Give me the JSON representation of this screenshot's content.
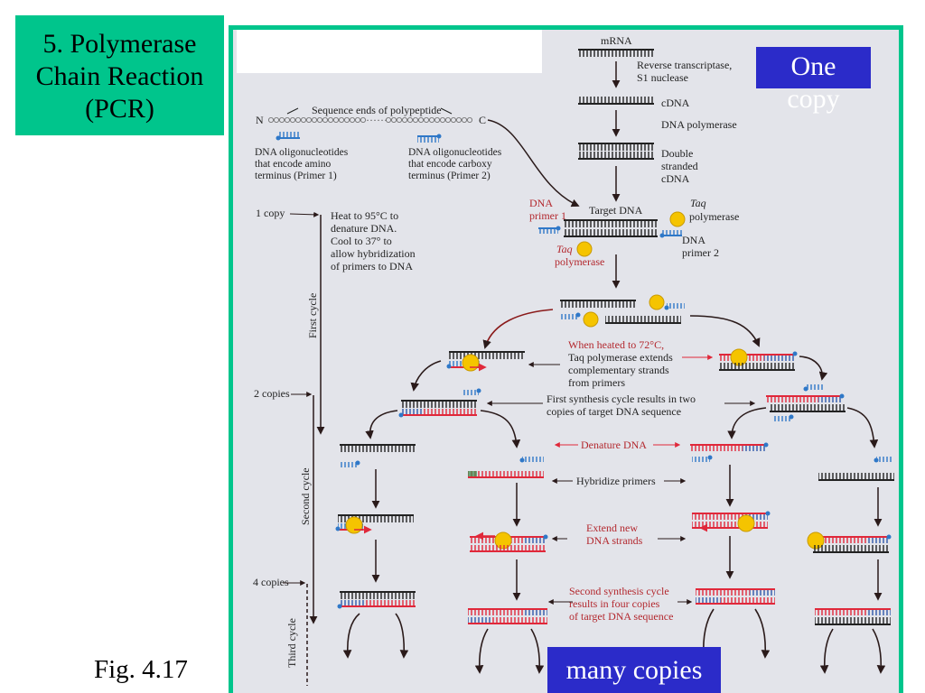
{
  "slide": {
    "title": "5. Polymerase\nChain Reaction\n(PCR)",
    "figure_ref": "Fig. 4.17",
    "badge_top": "One copy",
    "badge_bottom": "many copies"
  },
  "diagram": {
    "labels": {
      "mrna": "mRNA",
      "reverse_transcriptase": "Reverse transcriptase,",
      "s1_nuclease": "S1 nuclease",
      "cdna": "cDNA",
      "dna_polymerase": "DNA polymerase",
      "double_1": "Double",
      "double_2": "stranded",
      "double_3": "cDNA",
      "sequence_ends": "Sequence ends of polypeptide",
      "n_term": "N",
      "c_term": "C",
      "oligo_amino_1": "DNA oligonucleotides",
      "oligo_amino_2": "that encode amino",
      "oligo_amino_3": "terminus (Primer 1)",
      "oligo_carboxy_1": "DNA oligonucleotides",
      "oligo_carboxy_2": "that encode carboxy",
      "oligo_carboxy_3": "terminus (Primer 2)",
      "target_dna": "Target DNA",
      "dna_primer1_a": "DNA",
      "dna_primer1_b": "primer 1",
      "taq_a": "Taq",
      "taq_b": "polymerase",
      "dna_primer2_a": "DNA",
      "dna_primer2_b": "primer 2",
      "taq_left_a": "Taq",
      "taq_left_b": "polymerase",
      "one_copy": "1 copy",
      "heat_1": "Heat to 95°C to",
      "heat_2": "denature DNA.",
      "heat_3": "Cool to 37° to",
      "heat_4": "allow hybridization",
      "heat_5": "of primers to DNA",
      "first_cycle": "First cycle",
      "second_cycle": "Second cycle",
      "third_cycle": "Third cycle",
      "when_heated_1": "When heated to 72°C,",
      "when_heated_2": "Taq polymerase extends",
      "when_heated_3": "complementary strands",
      "when_heated_4": "from primers",
      "two_copies": "2 copies",
      "first_synth_1": "First synthesis cycle results in two",
      "first_synth_2": "copies of target DNA sequence",
      "denature": "Denature DNA",
      "hybridize": "Hybridize primers",
      "extend_1": "Extend new",
      "extend_2": "DNA strands",
      "four_copies": "4 copies",
      "second_synth_1": "Second synthesis cycle",
      "second_synth_2": "results in four copies",
      "second_synth_3": "of target DNA sequence"
    },
    "colors": {
      "dna_black": "#222222",
      "new_strand_red": "#e0283a",
      "primer_blue": "#2f78c8",
      "taq_yellow": "#f5c400",
      "arrow_dark": "#2a1a1a",
      "label_red": "#b3282e"
    }
  }
}
